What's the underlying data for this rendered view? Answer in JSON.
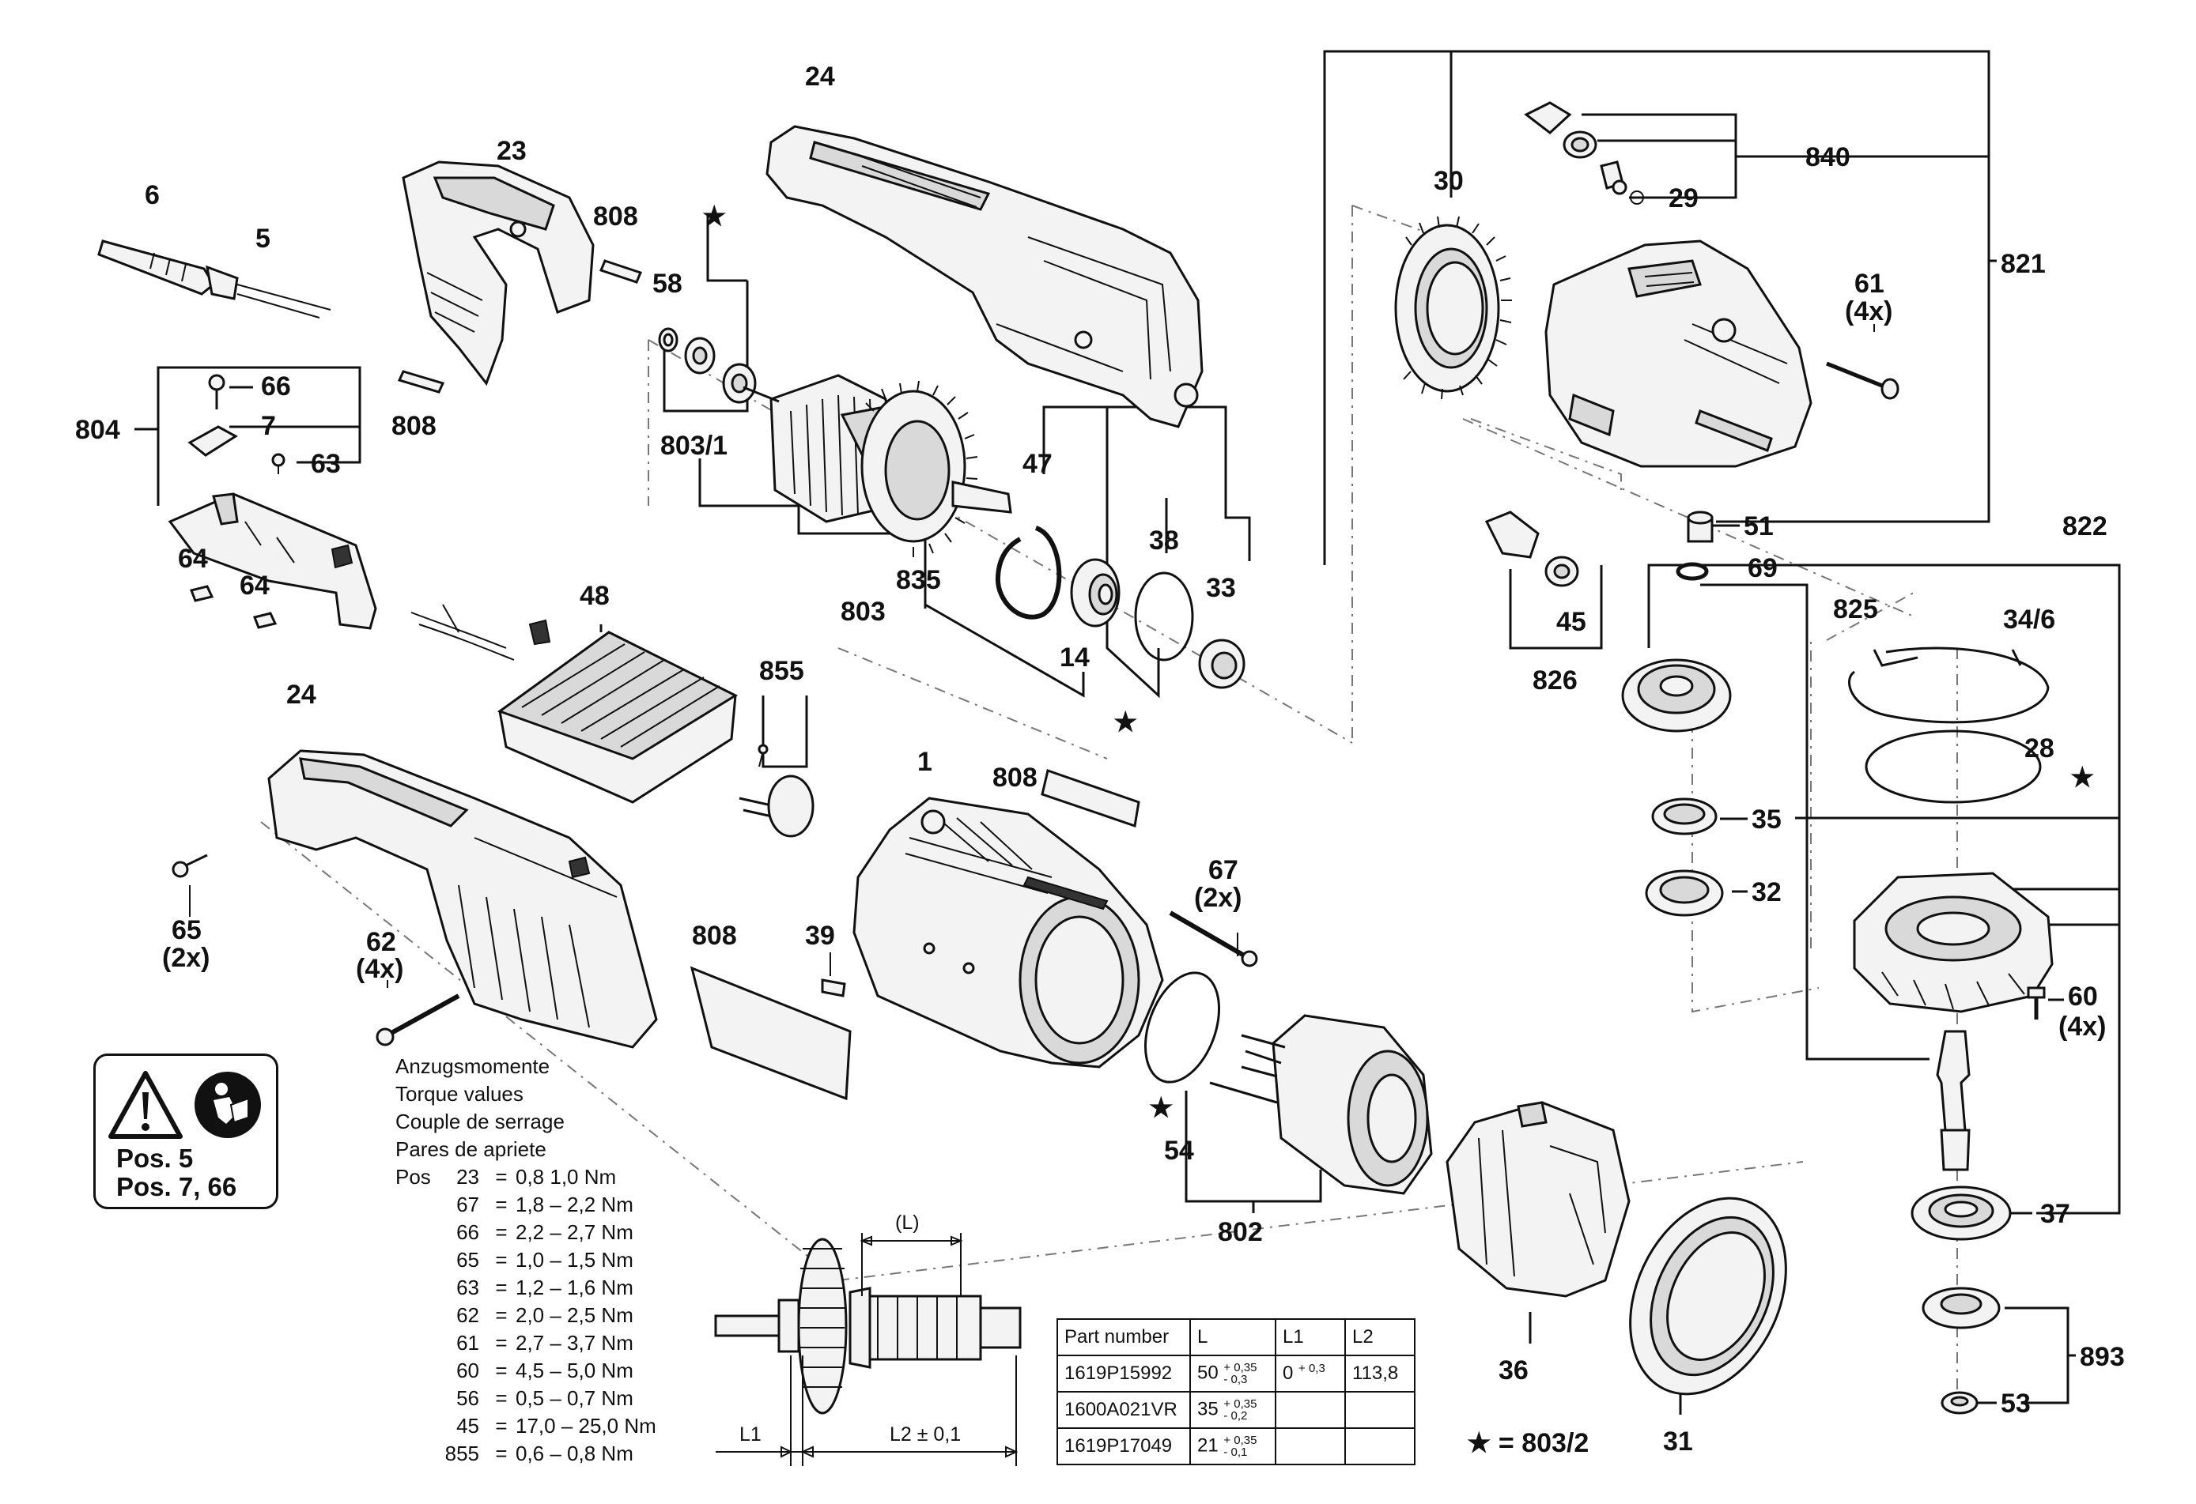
{
  "callouts": {
    "c24a": "24",
    "c23": "23",
    "c808a": "808",
    "c58": "58",
    "c6": "6",
    "c5": "5",
    "c804": "804",
    "c66": "66",
    "c7": "7",
    "c63": "63",
    "c808b": "808",
    "c803_1": "803/1",
    "c64a": "64",
    "c64b": "64",
    "c48": "48",
    "c803": "803",
    "c835": "835",
    "c47": "47",
    "c38": "38",
    "c33": "33",
    "c14": "14",
    "c855": "855",
    "c24b": "24",
    "c1": "1",
    "c808c": "808",
    "c808d": "808",
    "c39": "39",
    "c67": "67",
    "c67x": "(2x)",
    "c65": "65",
    "c65x": "(2x)",
    "c62": "62",
    "c62x": "(4x)",
    "c54": "54",
    "c802": "802",
    "c36": "36",
    "c31": "31",
    "c30": "30",
    "c840": "840",
    "c29": "29",
    "c821": "821",
    "c61": "61",
    "c61x": "(4x)",
    "c51": "51",
    "c69": "69",
    "c822": "822",
    "c825": "825",
    "c45": "45",
    "c826": "826",
    "c34_6": "34/6",
    "c28": "28",
    "c35": "35",
    "c32": "32",
    "c60": "60",
    "c60x": "(4x)",
    "c37": "37",
    "c893": "893",
    "c53": "53",
    "dimL": "(L)",
    "dimL1": "L1",
    "dimL2": "L2 ± 0,1"
  },
  "warning_box": {
    "line1": "Pos. 5",
    "line2": "Pos. 7, 66",
    "icons": [
      "warning-triangle-icon",
      "read-manual-icon"
    ]
  },
  "torque": {
    "header": [
      "Anzugsmomente",
      "Torque values",
      "Couple de serrage",
      "Pares de apriete"
    ],
    "pos_label": "Pos",
    "rows": [
      {
        "pos": "23",
        "eq": "=",
        "val": "0,8    1,0 Nm"
      },
      {
        "pos": "67",
        "eq": "=",
        "val": "1,8 – 2,2 Nm"
      },
      {
        "pos": "66",
        "eq": "=",
        "val": "2,2 – 2,7 Nm"
      },
      {
        "pos": "65",
        "eq": "=",
        "val": "1,0 – 1,5 Nm"
      },
      {
        "pos": "63",
        "eq": "=",
        "val": "1,2 – 1,6 Nm"
      },
      {
        "pos": "62",
        "eq": "=",
        "val": "2,0 – 2,5 Nm"
      },
      {
        "pos": "61",
        "eq": "=",
        "val": "2,7  – 3,7 Nm"
      },
      {
        "pos": "60",
        "eq": "=",
        "val": "4,5 – 5,0 Nm"
      },
      {
        "pos": "56",
        "eq": "=",
        "val": "0,5 – 0,7 Nm"
      },
      {
        "pos": "45",
        "eq": "=",
        "val": "17,0 – 25,0 Nm"
      },
      {
        "pos": "855",
        "eq": "=",
        "val": "0,6 – 0,8 Nm"
      }
    ]
  },
  "part_table": {
    "headers": [
      "Part number",
      "L",
      "L1",
      "L2"
    ],
    "rows": [
      {
        "part": "1619P15992",
        "L": "50",
        "L_up": "+ 0,35",
        "L_lo": "- 0,3",
        "L1": "0",
        "L1_up": "+ 0,3",
        "L2": "113,8"
      },
      {
        "part": "1600A021VR",
        "L": "35",
        "L_up": "+ 0,35",
        "L_lo": "- 0,2",
        "L1": "",
        "L1_up": "",
        "L2": ""
      },
      {
        "part": "1619P17049",
        "L": "21",
        "L_up": "+ 0,35",
        "L_lo": "- 0,1",
        "L1": "",
        "L1_up": "",
        "L2": ""
      }
    ]
  },
  "star_note": "★ = 803/2"
}
